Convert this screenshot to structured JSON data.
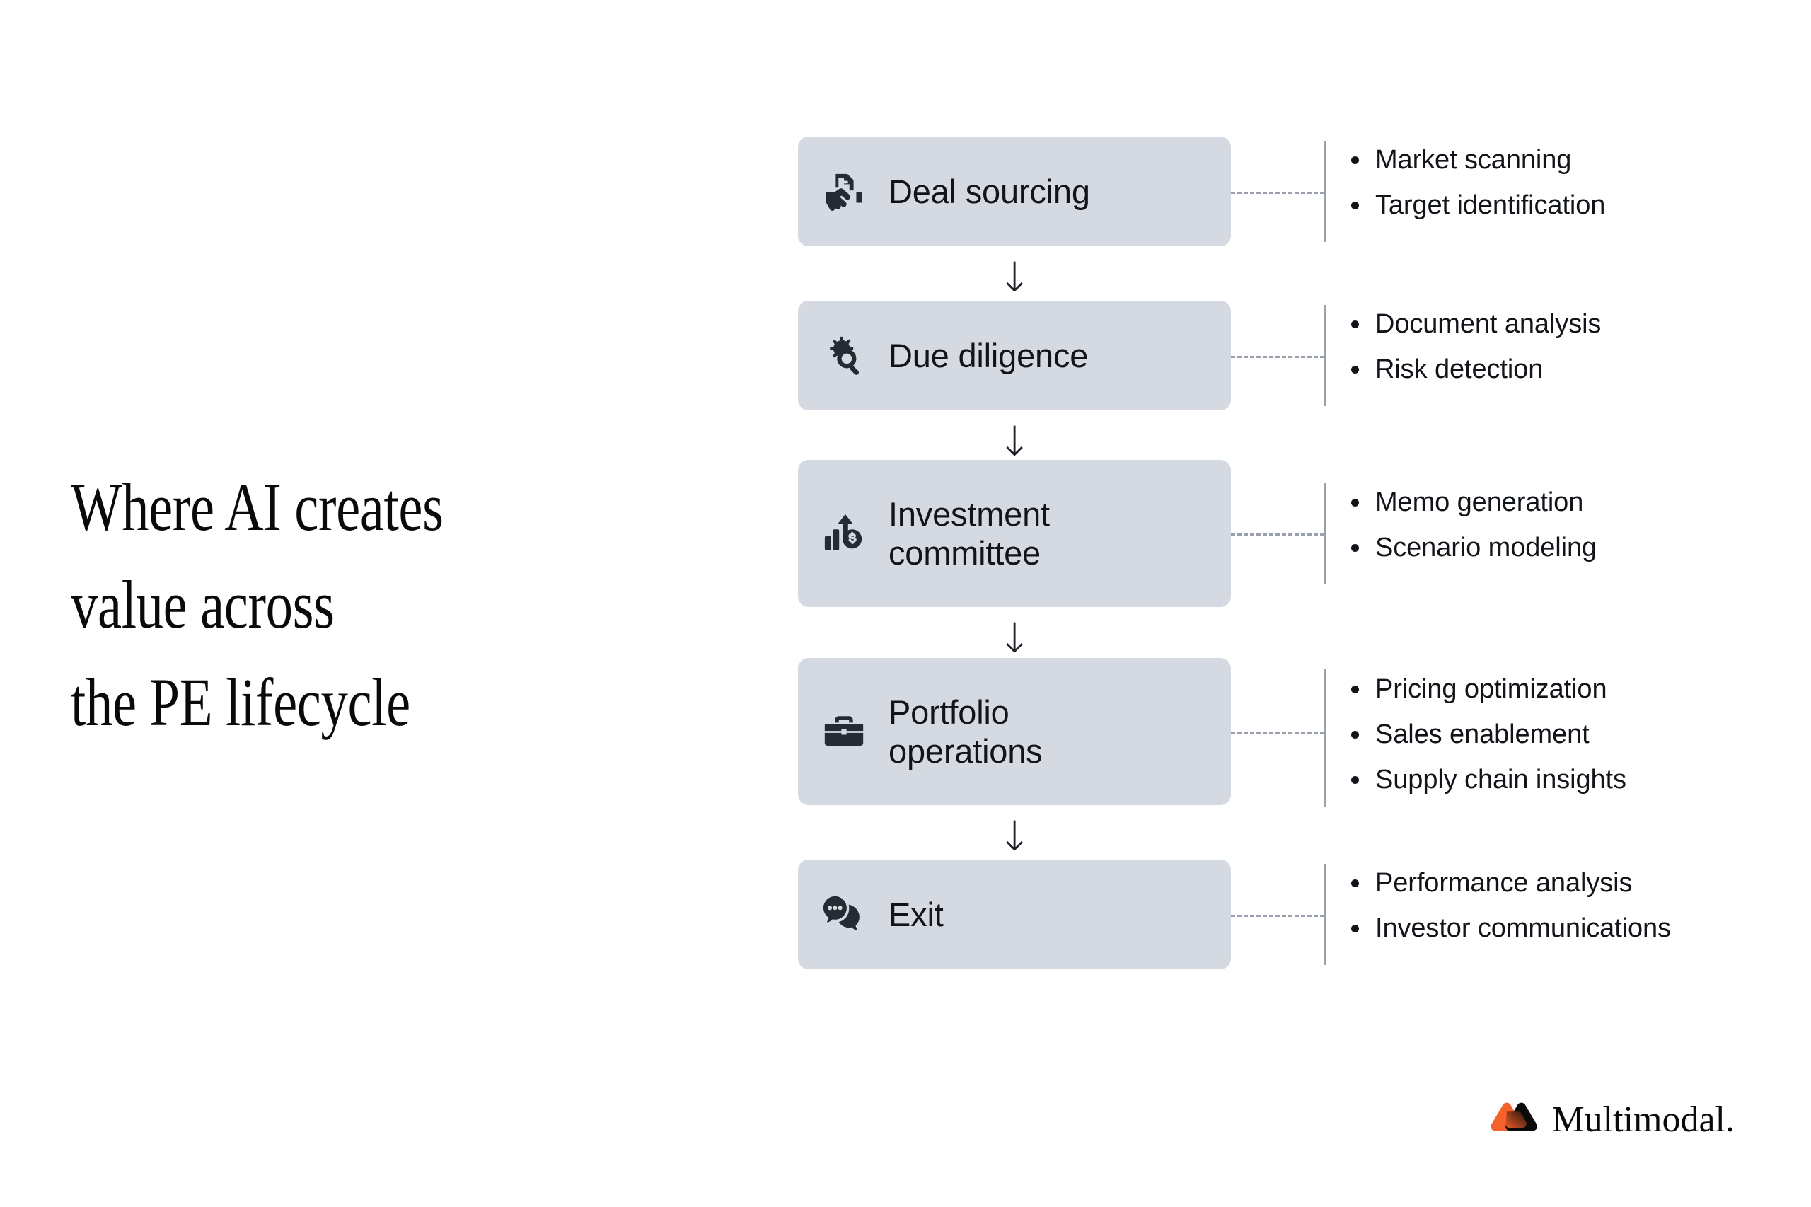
{
  "headline": "Where AI creates\nvalue across\nthe PE lifecycle",
  "colors": {
    "background": "#FFFFFF",
    "box_fill": "#D5DAE2",
    "text": "#111418",
    "icon": "#262B33",
    "connector": "#9AA1AC",
    "logo_orange": "#F4612A",
    "logo_dark": "#0A0A0A"
  },
  "flow": {
    "arrow_glyph": "↓",
    "stages": [
      {
        "label": "Deal sourcing",
        "icon": "handshake-document-icon",
        "bullets": [
          "Market scanning",
          "Target identification"
        ]
      },
      {
        "label": "Due diligence",
        "icon": "gear-magnifier-icon",
        "bullets": [
          "Document analysis",
          "Risk detection"
        ]
      },
      {
        "label": "Investment\ncommittee",
        "icon": "growth-chart-dollar-icon",
        "bullets": [
          "Memo generation",
          "Scenario modeling"
        ]
      },
      {
        "label": "Portfolio\noperations",
        "icon": "briefcase-icon",
        "bullets": [
          "Pricing optimization",
          "Sales enablement",
          "Supply chain insights"
        ]
      },
      {
        "label": "Exit",
        "icon": "chat-bubbles-icon",
        "bullets": [
          "Performance analysis",
          "Investor communications"
        ]
      }
    ]
  },
  "logo": {
    "mark": "multimodal-triangles-icon",
    "text": "Multimodal."
  }
}
